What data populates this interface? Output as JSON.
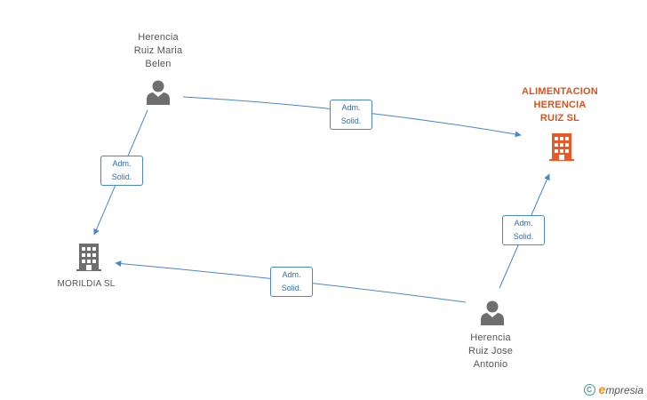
{
  "colors": {
    "edge": "#4a86c8",
    "person": "#6e6e6e",
    "company_main": "#e8592a",
    "company_other": "#6e6e6e",
    "brand_teal": "#3b9b9b",
    "brand_orange": "#e8961e"
  },
  "nodes": {
    "person_belen": {
      "label_lines": [
        "Herencia",
        "Ruiz Maria",
        "Belen"
      ],
      "icon": "person-icon"
    },
    "person_jose": {
      "label_lines": [
        "Herencia",
        "Ruiz Jose",
        "Antonio"
      ],
      "icon": "person-icon"
    },
    "company_main": {
      "label_lines": [
        "ALIMENTACION",
        "HERENCIA",
        "RUIZ SL"
      ],
      "icon": "building-icon"
    },
    "company_morildia": {
      "label": "MORILDIA SL",
      "icon": "building-icon"
    }
  },
  "edges": [
    {
      "from": "person_belen",
      "to": "company_main",
      "label_line1": "Adm.",
      "label_line2": "Solid."
    },
    {
      "from": "person_belen",
      "to": "company_morildia",
      "label_line1": "Adm.",
      "label_line2": "Solid."
    },
    {
      "from": "person_jose",
      "to": "company_main",
      "label_line1": "Adm.",
      "label_line2": "Solid."
    },
    {
      "from": "person_jose",
      "to": "company_morildia",
      "label_line1": "Adm.",
      "label_line2": "Solid."
    }
  ],
  "footer": {
    "copyright_symbol": "C",
    "brand_initial": "e",
    "brand_rest": "mpresia"
  }
}
